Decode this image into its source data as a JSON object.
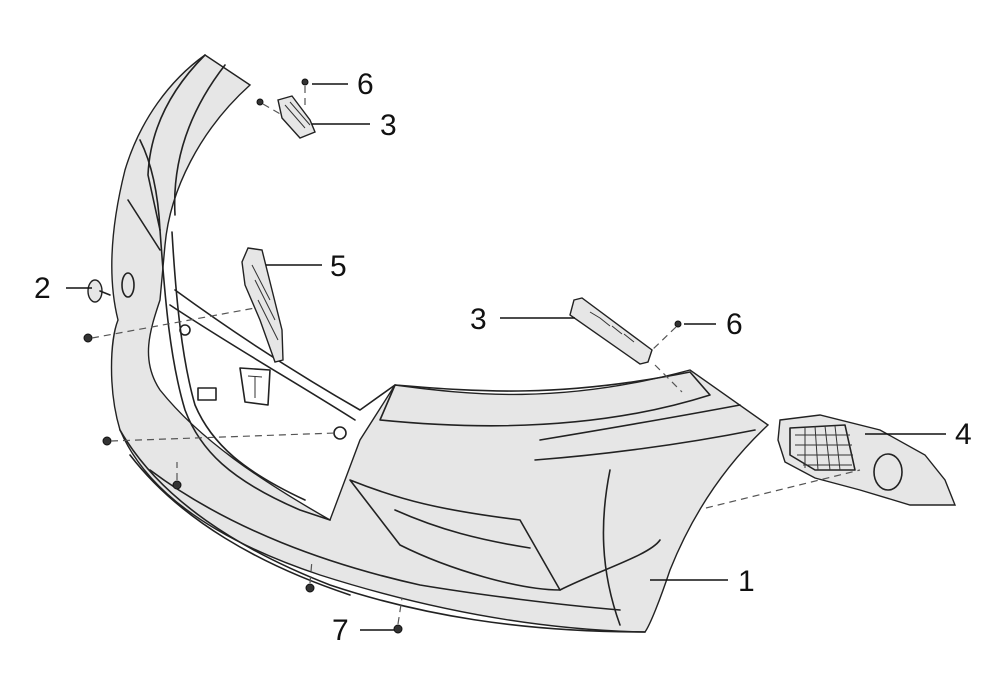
{
  "callouts": [
    {
      "id": "c1",
      "label": "1"
    },
    {
      "id": "c2",
      "label": "2"
    },
    {
      "id": "c3a",
      "label": "3"
    },
    {
      "id": "c3b",
      "label": "3"
    },
    {
      "id": "c4",
      "label": "4"
    },
    {
      "id": "c5",
      "label": "5"
    },
    {
      "id": "c6a",
      "label": "6"
    },
    {
      "id": "c6b",
      "label": "6"
    },
    {
      "id": "c7",
      "label": "7"
    }
  ]
}
